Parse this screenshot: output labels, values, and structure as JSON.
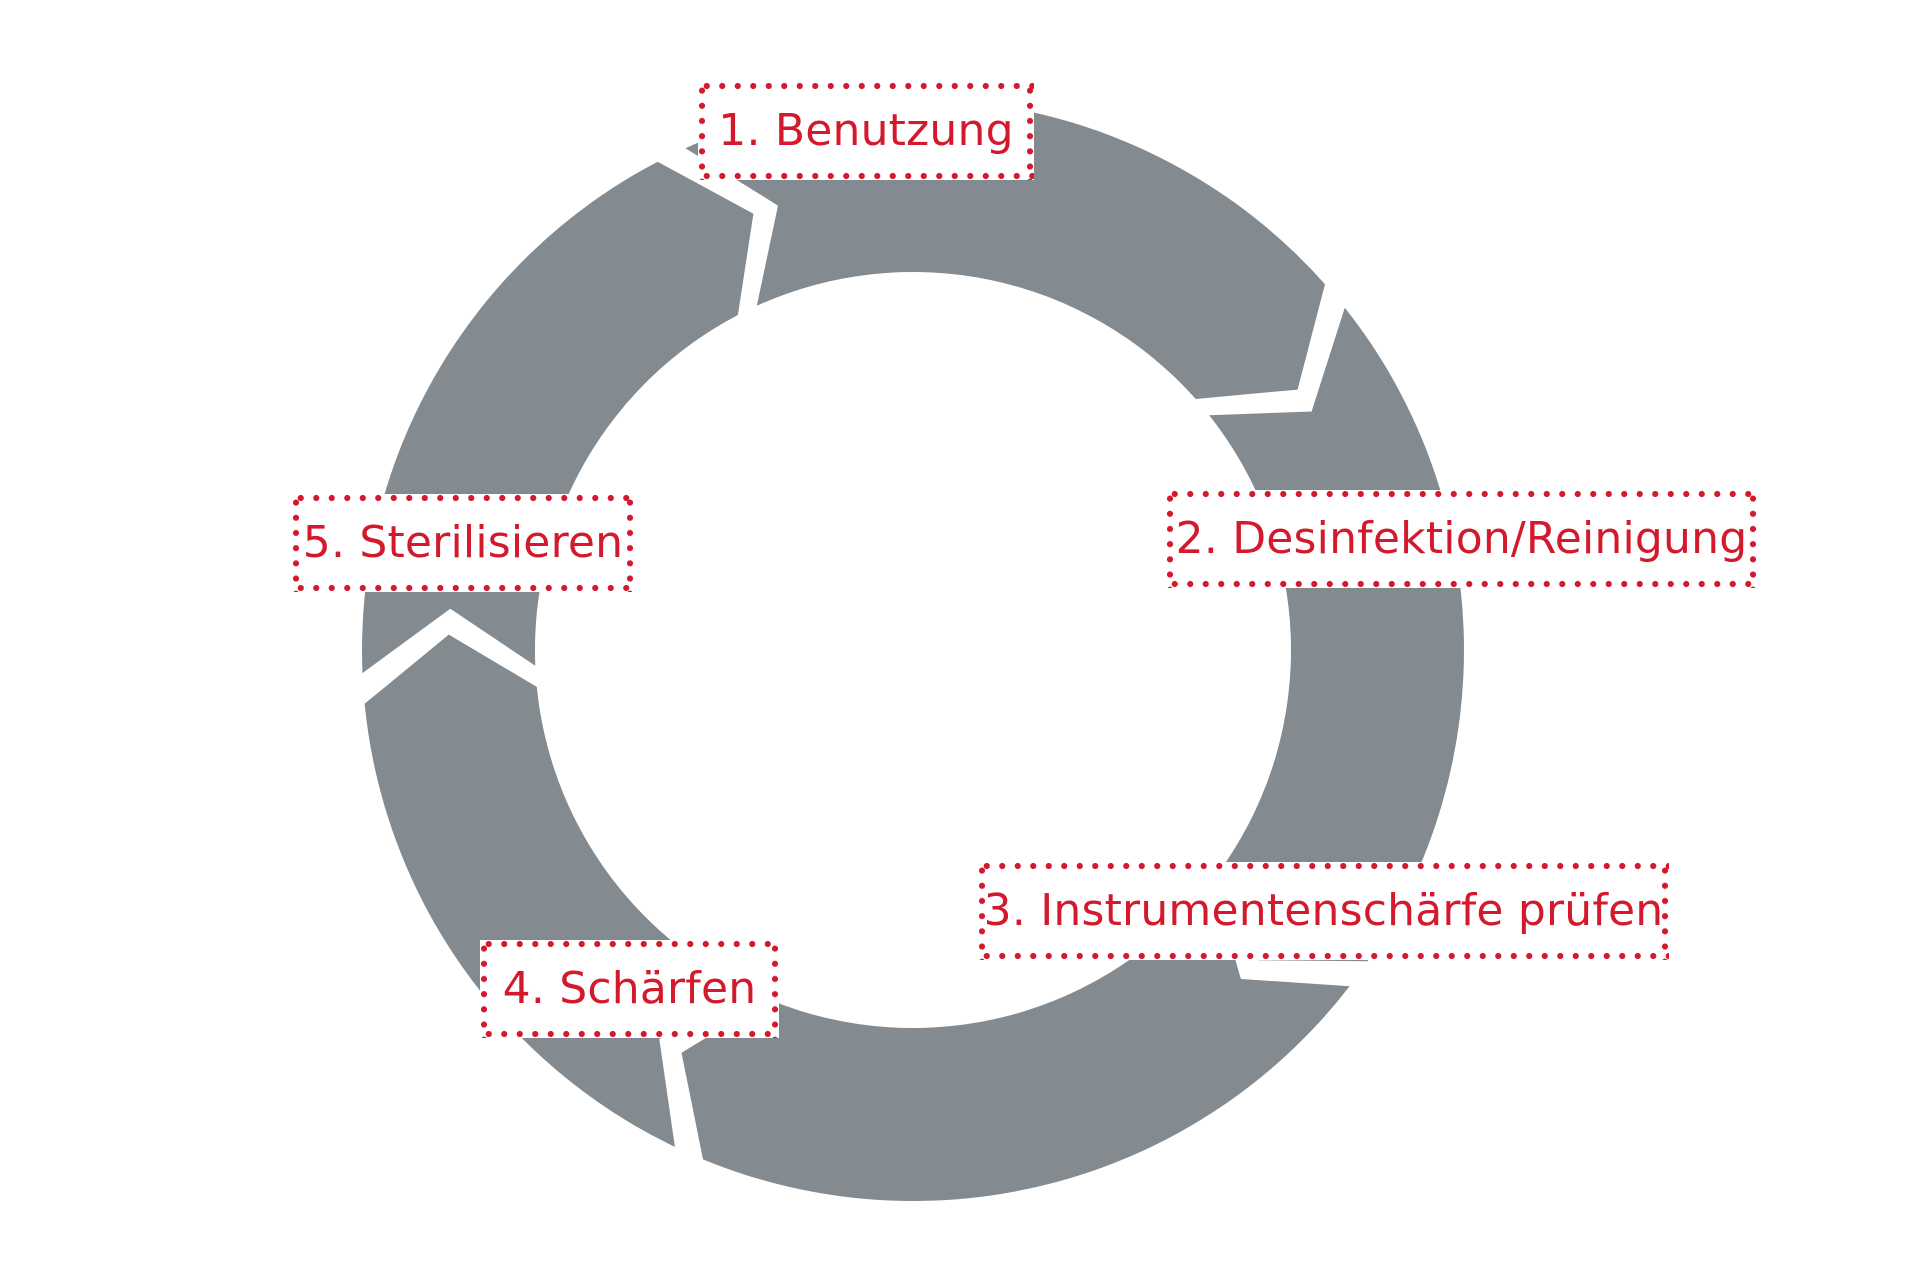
{
  "diagram": {
    "ring_color": "#838b90",
    "label_color": "#d3192b",
    "background_color": "#ffffff",
    "steps": [
      {
        "label": "1. Benutzung"
      },
      {
        "label": "2. Desinfektion/Reinigung"
      },
      {
        "label": "3. Instrumentenschärfe prüfen"
      },
      {
        "label": "4. Schärfen"
      },
      {
        "label": "5. Sterilisieren"
      }
    ]
  }
}
